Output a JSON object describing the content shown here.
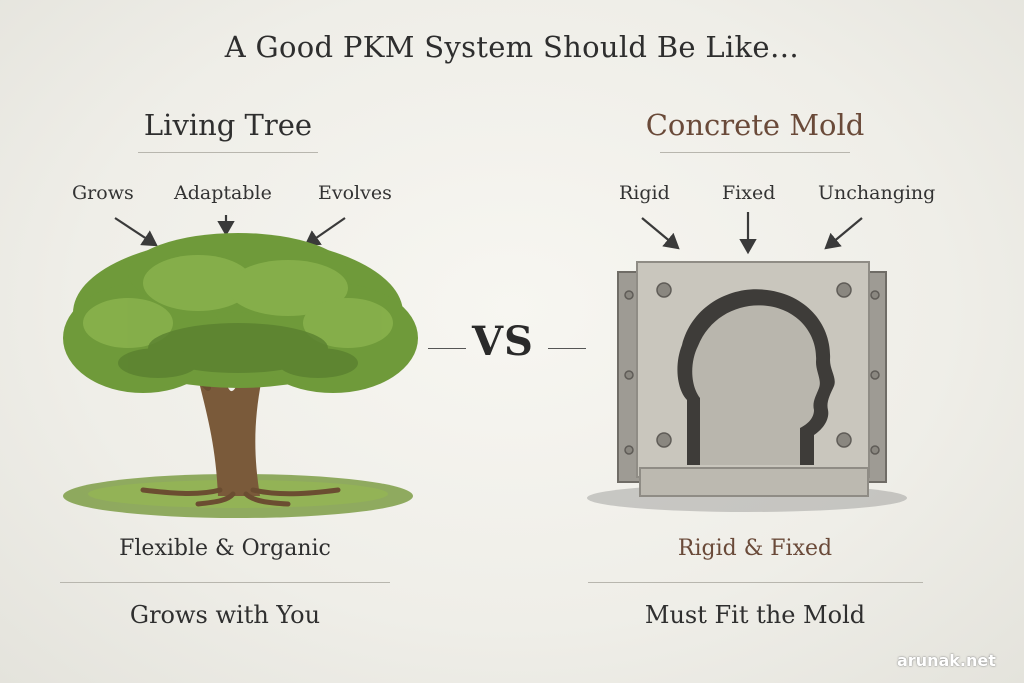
{
  "title": "A Good PKM System Should Be Like…",
  "left": {
    "heading": "Living Tree",
    "tags": [
      "Grows",
      "Adaptable",
      "Evolves"
    ],
    "caption": "Flexible & Organic",
    "subcaption": "Grows with You"
  },
  "right": {
    "heading": "Concrete Mold",
    "tags": [
      "Rigid",
      "Fixed",
      "Unchanging"
    ],
    "caption": "Rigid & Fixed",
    "subcaption": "Must Fit the Mold"
  },
  "vs": "VS",
  "watermark": "arunak.net",
  "colors": {
    "leaf": "#6f9a3a",
    "trunk": "#7a5a3a",
    "concrete": "#c9c6bd",
    "accent_brown": "#6a4a39"
  }
}
